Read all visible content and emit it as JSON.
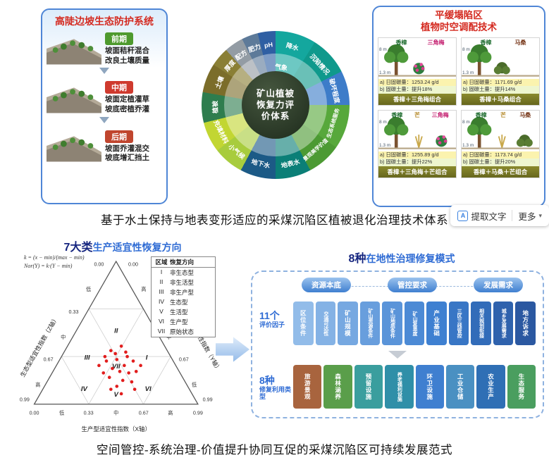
{
  "captions": {
    "top": "基于水土保持与地表变形适应的采煤沉陷区植被退化治理技术体系",
    "bottom": "空间管控-系统治理-价值提升协同互促的采煤沉陷区可持续发展范式"
  },
  "toolbar": {
    "extract_label": "提取文字",
    "more_label": "更多",
    "icon": "A",
    "caret": "▾"
  },
  "top_left": {
    "title": "高陡边坡生态防护系统",
    "stages": [
      {
        "label": "前期",
        "color": "#4e9a2e",
        "line1": "坡面秸秆混合",
        "line2": "改良土壤质量"
      },
      {
        "label": "中期",
        "color": "#cf3a2e",
        "line1": "坡面定植灌草",
        "line2": "坡底密植乔灌"
      },
      {
        "label": "后期",
        "color": "#c0452e",
        "line1": "坡面乔灌混交",
        "line2": "坡底增汇挡土"
      }
    ]
  },
  "donut": {
    "center_lines": [
      "矿山植被",
      "恢复力评",
      "价体系"
    ],
    "inner_labels": [
      {
        "label": "气象",
        "angle": 8
      }
    ],
    "segments": [
      {
        "label": "降水",
        "color": "#14a79e",
        "start": 0,
        "end": 32
      },
      {
        "label": "沉陷情况",
        "color": "#0f998c",
        "start": 32,
        "end": 63
      },
      {
        "label": "破坏程度",
        "color": "#3d7cc9",
        "start": 63,
        "end": 90
      },
      {
        "label": "生态系统服务",
        "color": "#57a83b",
        "start": 90,
        "end": 125
      },
      {
        "label": "景观美学价值",
        "color": "#4c9a33",
        "start": 125,
        "end": 152
      },
      {
        "label": "地表水",
        "color": "#0b7f77",
        "start": 152,
        "end": 180
      },
      {
        "label": "地下水",
        "color": "#1c5a86",
        "start": 180,
        "end": 208
      },
      {
        "label": "小气候",
        "color": "#a8cc3d",
        "start": 208,
        "end": 232
      },
      {
        "label": "充填材料",
        "color": "#c2d632",
        "start": 232,
        "end": 256
      },
      {
        "label": "植被",
        "color": "#2e7d4e",
        "start": 256,
        "end": 280
      },
      {
        "label": "土壤",
        "color": "#7b6d2a",
        "start": 280,
        "end": 303
      },
      {
        "label": "厚度",
        "color": "#8a7f35",
        "start": 303,
        "end": 318
      },
      {
        "label": "配方",
        "color": "#939ca4",
        "start": 318,
        "end": 333
      },
      {
        "label": "肥力",
        "color": "#5d7a99",
        "start": 333,
        "end": 346
      },
      {
        "label": "pH",
        "color": "#2f5fa3",
        "start": 346,
        "end": 360
      }
    ]
  },
  "top_right": {
    "title_line1": "平缓塌陷区",
    "title_line2": "植物时空调配技术",
    "panels": [
      {
        "species": [
          {
            "name": "香樟",
            "color": "#1c6b2d"
          },
          {
            "name": "三角梅",
            "color": "#c2186b"
          }
        ],
        "height_top": "8 m",
        "height_low": "1.3 m",
        "stat_a": "a) 日固碳量：1253.24 g/d",
        "stat_b": "b) 固碳土量：提升18%",
        "caption": "香樟＋三角梅组合"
      },
      {
        "species": [
          {
            "name": "香樟",
            "color": "#1c6b2d"
          },
          {
            "name": "马桑",
            "color": "#7a3b1e"
          }
        ],
        "height_top": "8 m",
        "height_low": "1.3 m",
        "stat_a": "a) 日固碳量：1171.69 g/d",
        "stat_b": "b) 固碳土量：提升14%",
        "caption": "香樟＋马桑组合"
      },
      {
        "species": [
          {
            "name": "香樟",
            "color": "#1c6b2d"
          },
          {
            "name": "芒",
            "color": "#b58a2a"
          },
          {
            "name": "三角梅",
            "color": "#c2186b"
          }
        ],
        "height_top": "8 m",
        "height_low": "1.3 m",
        "stat_a": "a) 日固碳量：1255.89 g/d",
        "stat_b": "b) 固碳土量：提升22%",
        "caption": "香樟＋三角梅＋芒组合"
      },
      {
        "species": [
          {
            "name": "香樟",
            "color": "#1c6b2d"
          },
          {
            "name": "芒",
            "color": "#b58a2a"
          },
          {
            "name": "马桑",
            "color": "#7a3b1e"
          }
        ],
        "height_top": "8 m",
        "height_low": "1.3 m",
        "stat_a": "a) 日固碳量：1173.74 g/d",
        "stat_b": "b) 固碳土量：提升20%",
        "caption": "香樟＋马桑＋芒组合"
      }
    ]
  },
  "ternary": {
    "title_prefix": "7大类",
    "title_rest": "生产适宜性恢复方向",
    "formula_line1": "k = (x − min)/(max − min)",
    "formula_line2": "Nor(Y) = k·(Y − min)",
    "axis_left": "生态型适宜性指数（Z轴）",
    "axis_right": "生活型适宜性指数（Y轴）",
    "axis_bottom": "生产型适宜性指数（X轴）",
    "tick_values": [
      "0.00",
      "0.33",
      "0.67",
      "0.99"
    ],
    "level_labels": [
      "低",
      "中",
      "高"
    ],
    "legend": {
      "header": [
        "区域",
        "恢复方向"
      ],
      "rows": [
        [
          "I",
          "非生态型"
        ],
        [
          "II",
          "非生活型"
        ],
        [
          "III",
          "非生产型"
        ],
        [
          "IV",
          "生态型"
        ],
        [
          "V",
          "生活型"
        ],
        [
          "VI",
          "生产型"
        ],
        [
          "VII",
          "原始状态"
        ]
      ]
    },
    "regions": [
      [
        "I",
        176,
        150
      ],
      [
        "II",
        135,
        114
      ],
      [
        "III",
        96,
        150
      ],
      [
        "IV",
        92,
        192
      ],
      [
        "V",
        135,
        200
      ],
      [
        "VI",
        178,
        192
      ],
      [
        "VII",
        135,
        162
      ]
    ],
    "points": [
      [
        128,
        138
      ],
      [
        142,
        132
      ],
      [
        150,
        146
      ],
      [
        136,
        150
      ],
      [
        122,
        152
      ],
      [
        146,
        158
      ],
      [
        158,
        152
      ],
      [
        130,
        162
      ],
      [
        140,
        166
      ],
      [
        152,
        168
      ],
      [
        118,
        168
      ],
      [
        126,
        174
      ],
      [
        144,
        178
      ],
      [
        136,
        186
      ],
      [
        156,
        180
      ],
      [
        162,
        166
      ],
      [
        120,
        146
      ],
      [
        148,
        140
      ],
      [
        134,
        142
      ],
      [
        160,
        190
      ],
      [
        142,
        196
      ],
      [
        128,
        190
      ],
      [
        112,
        158
      ],
      [
        168,
        158
      ]
    ]
  },
  "modes": {
    "title_prefix": "8种",
    "title_rest": "在地性治理修复模式",
    "group_pills": [
      "资源本底",
      "管控要求",
      "发展需求"
    ],
    "factors_label_big": "11个",
    "factors_label_small": "评价因子",
    "factors": [
      {
        "name": "区位条件",
        "color": "#92bce9"
      },
      {
        "name": "交通可达性",
        "color": "#84b2e5"
      },
      {
        "name": "矿山规模",
        "color": "#76a8e1"
      },
      {
        "name": "矿山资源条件",
        "color": "#689edd"
      },
      {
        "name": "矿山地质条件",
        "color": "#5a94d9"
      },
      {
        "name": "矿山复垦度",
        "color": "#4c8ad5"
      },
      {
        "name": "产业基础",
        "color": "#3e80d1"
      },
      {
        "name": "三区三线管控",
        "color": "#3876c5"
      },
      {
        "name": "相关规划衔接",
        "color": "#326cb9"
      },
      {
        "name": "城乡发展需求",
        "color": "#2f62ad"
      },
      {
        "name": "地方诉求",
        "color": "#2b58a1"
      }
    ],
    "types_label_big": "8种",
    "types_label_small": "修复利用类型",
    "types": [
      {
        "name": "旅游景观",
        "color": "#a8643e"
      },
      {
        "name": "森林涵养",
        "color": "#5a9e4a"
      },
      {
        "name": "预留设施",
        "color": "#3a9e9e"
      },
      {
        "name": "养老福利设施",
        "color": "#2f8fa8"
      },
      {
        "name": "环卫设施",
        "color": "#3f7fd0"
      },
      {
        "name": "工业仓储",
        "color": "#4a90c2"
      },
      {
        "name": "农业生产",
        "color": "#2f6fb5"
      },
      {
        "name": "生态服务",
        "color": "#4a9e5f"
      }
    ]
  }
}
